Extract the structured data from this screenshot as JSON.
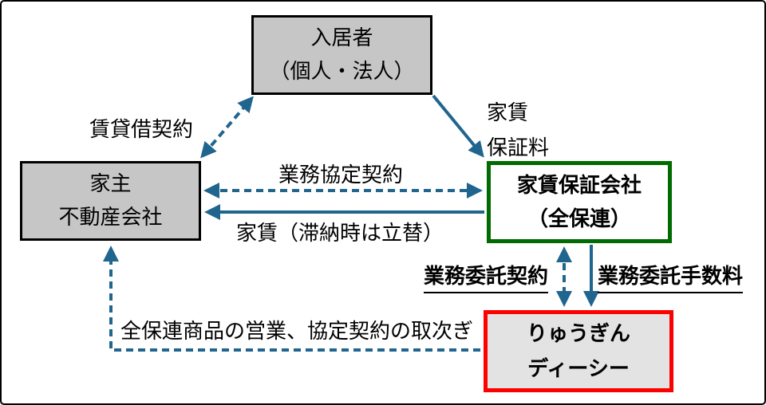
{
  "diagram": {
    "boxes": {
      "tenant": {
        "line1": "入居者",
        "line2": "（個人・法人）"
      },
      "landlord": {
        "line1": "家主",
        "line2": "不動産会社"
      },
      "guarantor": {
        "line1": "家賃保証会社",
        "line2": "（全保連）"
      },
      "ryugin": {
        "line1": "りゅうぎん",
        "line2": "ディーシー"
      }
    },
    "labels": {
      "lease": "賃貸借契約",
      "fee_line1": "家賃",
      "fee_line2": "保証料",
      "agreement": "業務協定契約",
      "rent": "家賃（滞納時は立替）",
      "outsourcing_contract": "業務委託契約",
      "outsourcing_fee": "業務委託手数料",
      "agency": "全保連商品の営業、協定契約の取次ぎ"
    },
    "colors": {
      "arrow": "#20658E",
      "gray_box_fill": "#C6C6C6",
      "ryugin_box_fill": "#E3E3E3",
      "gray_box_border": "#000000",
      "guarantor_border": "#006B00",
      "ryugin_border": "#FF0000",
      "outer_border": "#000000"
    }
  }
}
